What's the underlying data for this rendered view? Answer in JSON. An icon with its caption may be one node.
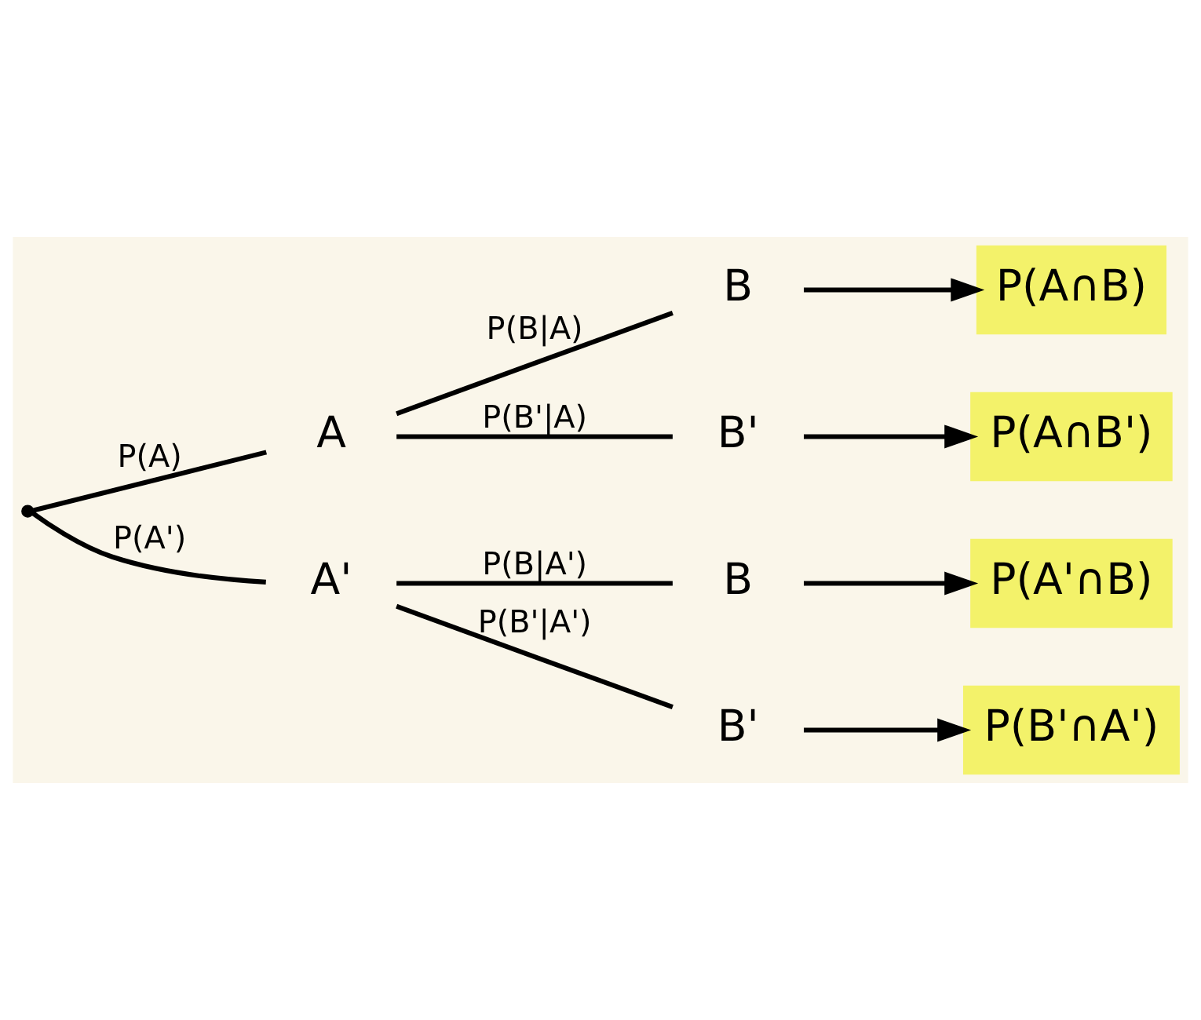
{
  "diagram": {
    "nodes": [
      {
        "text": [],
        "shape": "point"
      },
      {
        "text": [
          "A"
        ]
      },
      {
        "text": [
          "A'"
        ]
      },
      {
        "text": [
          "B"
        ]
      },
      {
        "text": [
          "B'"
        ]
      },
      {
        "text": [
          "B"
        ]
      },
      {
        "text": [
          "B'"
        ]
      },
      {
        "text": [
          "P(A∩B)"
        ]
      },
      {
        "text": [
          "P(A∩B')"
        ]
      },
      {
        "text": [
          "P(A'∩B)"
        ]
      },
      {
        "text": [
          "P(B'∩A')"
        ]
      }
    ],
    "edges": [
      {
        "from": 0,
        "to": 1,
        "arrow": "none",
        "label": "P(A)"
      },
      {
        "from": 0,
        "to": 2,
        "arrow": "none",
        "label": "P(A')"
      },
      {
        "from": 1,
        "to": 3,
        "arrow": "none",
        "label": "P(B|A)"
      },
      {
        "from": 1,
        "to": 4,
        "arrow": "none",
        "label": "P(B'|A)"
      },
      {
        "from": 2,
        "to": 5,
        "arrow": "none",
        "label": "P(B|A')"
      },
      {
        "from": 2,
        "to": 6,
        "arrow": "none",
        "label": "P(B'|A')"
      },
      {
        "from": 3,
        "to": 7,
        "arrow": "to"
      },
      {
        "from": 4,
        "to": 8,
        "arrow": "to"
      },
      {
        "from": 5,
        "to": 9,
        "arrow": "to"
      },
      {
        "from": 6,
        "to": 10,
        "arrow": "to"
      }
    ]
  }
}
